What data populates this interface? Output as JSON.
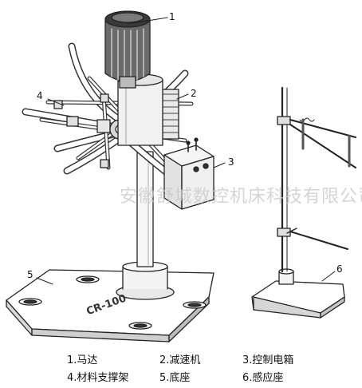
{
  "diagram": {
    "watermark": "安徽舒城数控机床科技有限公司",
    "base_marking": "CR-100",
    "callouts": [
      "1",
      "2",
      "3",
      "4",
      "5",
      "6"
    ],
    "legend": [
      {
        "number": "1",
        "text": "1.马达"
      },
      {
        "number": "2",
        "text": "2.减速机"
      },
      {
        "number": "3",
        "text": "3.控制电箱"
      },
      {
        "number": "4",
        "text": "4.材料支撑架"
      },
      {
        "number": "5",
        "text": "5.底座"
      },
      {
        "number": "6",
        "text": "6.感应座"
      }
    ]
  }
}
